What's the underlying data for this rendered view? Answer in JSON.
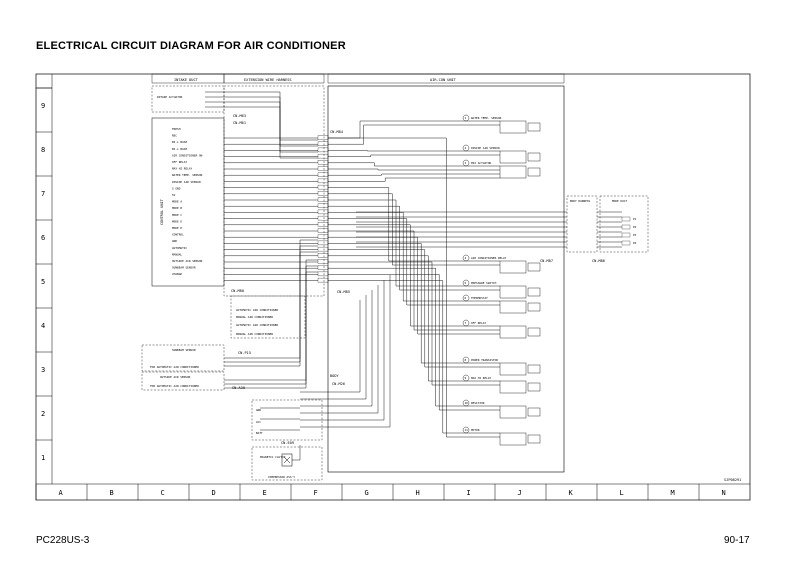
{
  "title": "ELECTRICAL CIRCUIT DIAGRAM FOR AIR CONDITIONER",
  "footer": {
    "model": "PC228US-3",
    "page": "90-17"
  },
  "drawing_code": "SJP08291",
  "grid": {
    "rows": [
      "9",
      "8",
      "7",
      "6",
      "5",
      "4",
      "3",
      "2",
      "1"
    ],
    "cols": [
      "A",
      "B",
      "C",
      "D",
      "E",
      "F",
      "G",
      "H",
      "I",
      "J",
      "K",
      "L",
      "M",
      "N"
    ]
  },
  "blocks": {
    "intake_duct": "INTAKE DUCT",
    "extension_wire_harness": "EXTENSION WIRE HARNESS",
    "air_con_unit": "AIR-CON UNIT",
    "body_harness": "BODY HARNESS",
    "mode_duct": "MODE DUCT",
    "control_unit": "CONTROL UNIT",
    "intake_actuator": "INTAKE ACTUATOR",
    "sunbeam_sensor": "SUNBEAM SENSOR",
    "auto_ac_1": "FOR AUTOMATIC AIR CONDITIONER",
    "outside_air_sensor": "OUTSIDE AIR SENSOR",
    "auto_ac_2": "FOR AUTOMATIC AIR CONDITIONER",
    "magnetic_clutch": "MAGNETIC CLUTCH",
    "compressor": "COMPRESSOR ASS'Y",
    "body": "BODY",
    "auto_ac_bracket": "AUTOMATIC AIR CONDITIONER",
    "manual_ac_bracket": "MANUAL AIR CONDITIONER",
    "auto_ac_bracket2": "AUTOMATIC AIR CONDITIONER",
    "manual_ac_bracket2": "MANUAL AIR CONDITIONER"
  },
  "connectors": {
    "m63": "CN-M63",
    "m61": "CN-M61",
    "m84": "CN-M84",
    "m85": "CN-M85",
    "m80": "CN-M80",
    "m87": "CN-M87",
    "m86": "CN-M86",
    "p15": "CN-P15",
    "a30": "CN-A30",
    "m26": "CN-M26",
    "e09": "CN-E09"
  },
  "control_unit_labels": [
    "FRESH",
    "REC",
    "BI-L BASE",
    "BI-L BASE",
    "AIR CONDITIONER ON",
    "OFF RELAY",
    "MAX HI RELAY",
    "WATER TEMP. SENSOR",
    "INSIDE AIR SENSOR",
    "5 GND",
    "5V",
    "MODE A",
    "MODE B",
    "MODE C",
    "MODE D",
    "MODE E",
    "CONTROL",
    "GND",
    "AUTOMATIC",
    "MANUAL",
    "OUTSIDE AIR SENSOR",
    "SUNBEAM SENSOR",
    "CHANGE"
  ],
  "components": [
    {
      "num": "1",
      "label": "WATER TEMP. SENSOR"
    },
    {
      "num": "2",
      "label": "INSIDE AIR SENSOR"
    },
    {
      "num": "3",
      "label": "MIX ACTUATOR"
    },
    {
      "num": "4",
      "label": "AIR CONDITIONER RELAY"
    },
    {
      "num": "5",
      "label": "PRESSURE SWITCH"
    },
    {
      "num": "6",
      "label": "THERMOSTAT"
    },
    {
      "num": "7",
      "label": "OFF RELAY"
    },
    {
      "num": "8",
      "label": "POWER TRANSISTOR"
    },
    {
      "num": "9",
      "label": "MAX HI RELAY"
    },
    {
      "num": "10",
      "label": "RESISTOR"
    },
    {
      "num": "11",
      "label": "MOTOR"
    }
  ],
  "body_side_labels": [
    "GND",
    "ACC",
    "BATT"
  ],
  "mode_duct_pins": [
    "P1",
    "P2",
    "P3",
    "P4"
  ]
}
